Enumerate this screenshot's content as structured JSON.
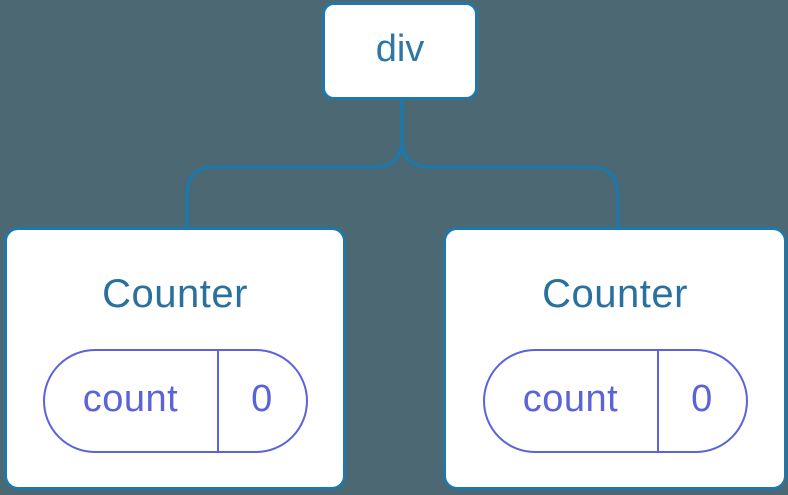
{
  "colors": {
    "background": "#4C6873",
    "connector_blue": "#1F78A9",
    "card_fill": "#FFFFFF",
    "title_text": "#29719C",
    "state_purple": "#5A63D8"
  },
  "tree": {
    "root": {
      "label": "div"
    },
    "children": [
      {
        "name": "Counter",
        "state": {
          "key": "count",
          "value": "0"
        }
      },
      {
        "name": "Counter",
        "state": {
          "key": "count",
          "value": "0"
        }
      }
    ]
  }
}
